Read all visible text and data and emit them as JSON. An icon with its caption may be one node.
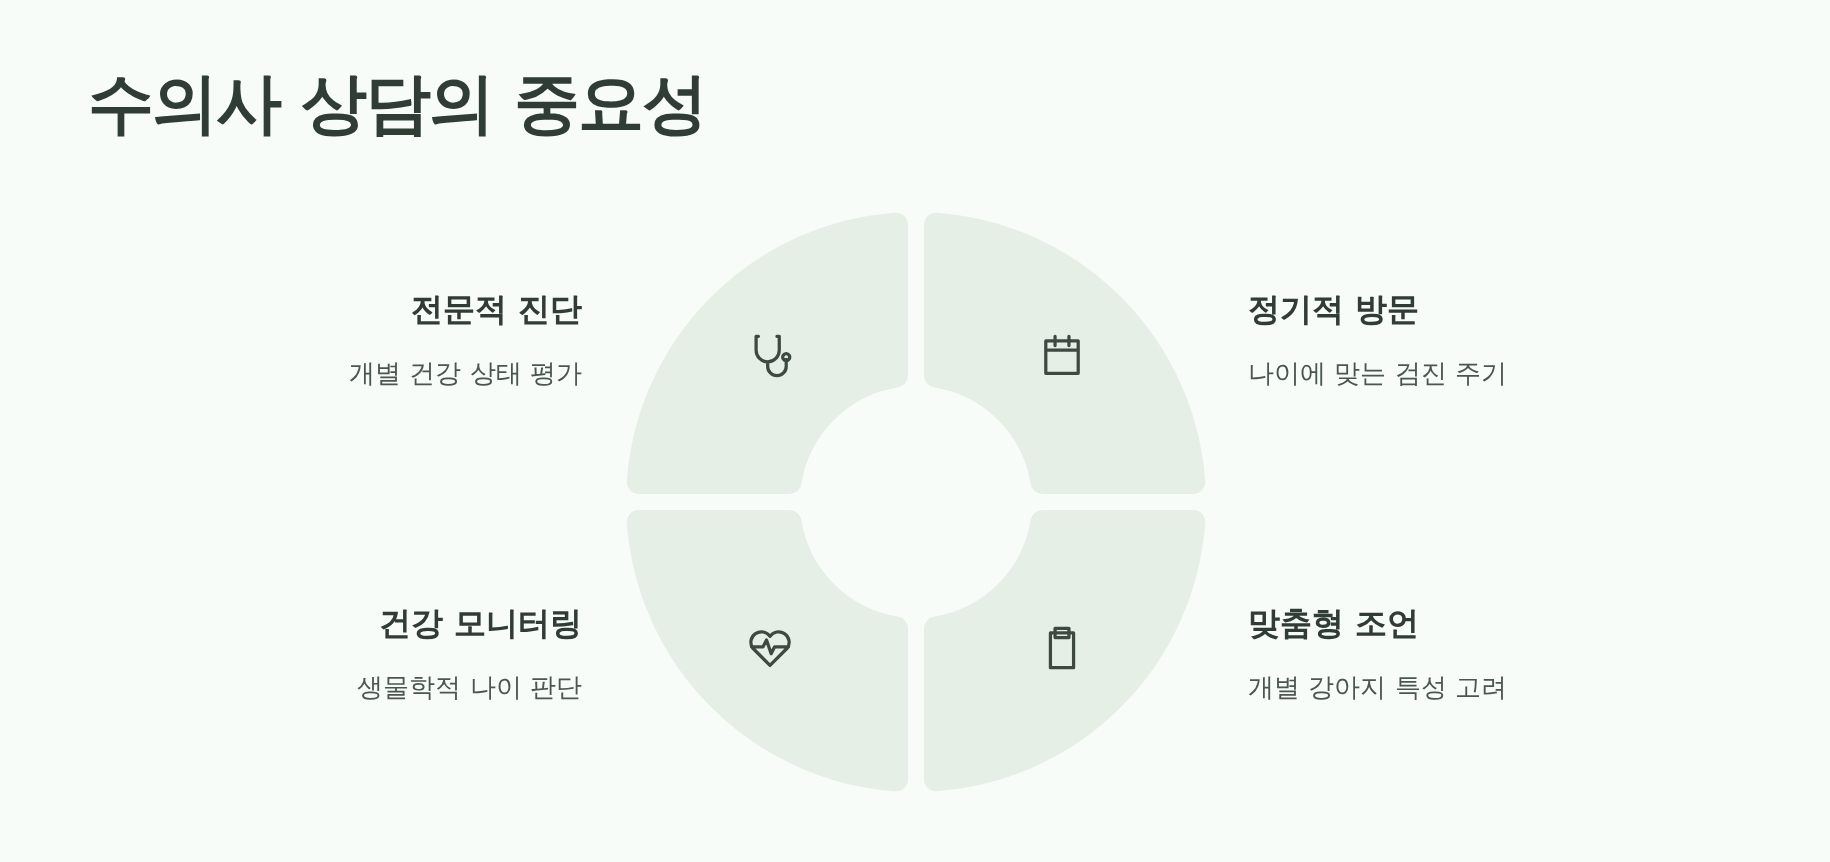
{
  "diagram": {
    "title": "수의사 상담의 중요성",
    "nodes": [
      {
        "text": [
          "전문적 진단",
          "개별 건강 상태 평가"
        ]
      },
      {
        "text": [
          "정기적 방문",
          "나이에 맞는 검진 주기"
        ]
      },
      {
        "text": [
          "건강 모니터링",
          "생물학적 나이 판단"
        ]
      },
      {
        "text": [
          "맞춤형 조언",
          "개별 강아지 특성 고려"
        ]
      }
    ]
  }
}
